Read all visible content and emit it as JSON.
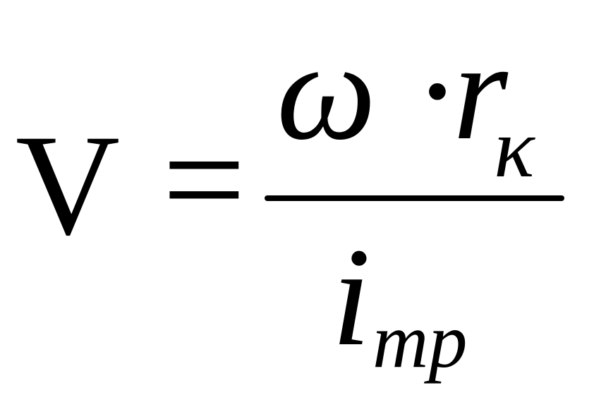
{
  "formula": {
    "lhs": "V",
    "equals": "=",
    "numerator": {
      "omega": "ω",
      "dot_r": "·r",
      "r_subscript": "κ"
    },
    "denominator": {
      "i": "i",
      "i_subscript": "mp"
    }
  }
}
